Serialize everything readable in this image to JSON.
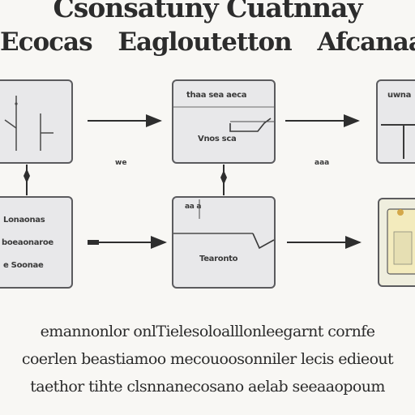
{
  "header": {
    "title_line1": "Csonsatuny Cuatnnay",
    "title_line2": "Ecocas Eagloutetton Afcanaal"
  },
  "boxes": {
    "top_left": {
      "label": ""
    },
    "top_middle": {
      "label_top": "thaa sea aeca",
      "label_mid": "Vnos sca"
    },
    "top_right": {
      "label_top": "uwna"
    },
    "mid_left": {
      "line1": "Lonaonas",
      "line2": "boeaonaroe",
      "line3": "e Soonae"
    },
    "mid_middle": {
      "label_top": "aa a",
      "label_mid": "Tearonto"
    },
    "mid_right": {
      "label": ""
    }
  },
  "arrow_labels": {
    "left": "we",
    "right": "aaa"
  },
  "paragraph": {
    "line1": "emannonlor onlTielesoloalllonleegarnt cornfe",
    "line2": "coerlen beastiamoo mecouoosonniler lecis edieout",
    "line3": "taethor tihte clsnnanecosano aelab seeaaopoum"
  },
  "colors": {
    "box_fill": "#e8e8ea",
    "box_border": "#5b5b5e",
    "line": "#2e2e2e",
    "accent_chip": "#f0e7b0"
  }
}
